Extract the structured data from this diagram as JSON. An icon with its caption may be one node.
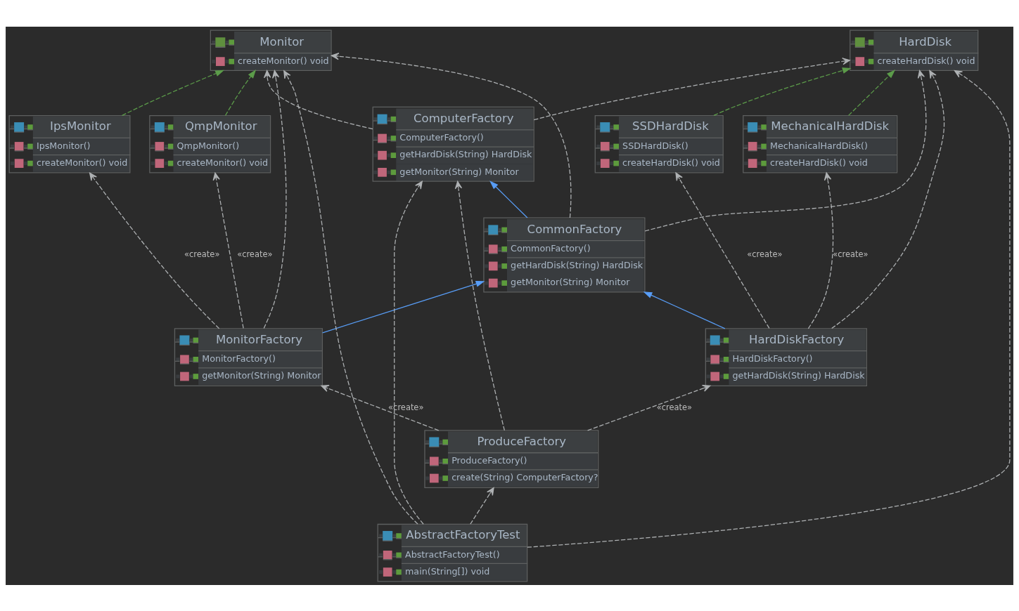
{
  "diagram": {
    "nodes": [
      {
        "text": [
          "Monitor",
          "createMonitor() void"
        ]
      },
      {
        "text": [
          "HardDisk",
          "createHardDisk() void"
        ]
      },
      {
        "text": [
          "IpsMonitor",
          "IpsMonitor()",
          "createMonitor() void"
        ]
      },
      {
        "text": [
          "QmpMonitor",
          "QmpMonitor()",
          "createMonitor() void"
        ]
      },
      {
        "text": [
          "ComputerFactory",
          "ComputerFactory()",
          "getHardDisk(String) HardDisk",
          "getMonitor(String) Monitor"
        ]
      },
      {
        "text": [
          "SSDHardDisk",
          "SSDHardDisk()",
          "createHardDisk() void"
        ]
      },
      {
        "text": [
          "MechanicalHardDisk",
          "MechanicalHardDisk()",
          "createHardDisk() void"
        ]
      },
      {
        "text": [
          "CommonFactory",
          "CommonFactory()",
          "getHardDisk(String) HardDisk",
          "getMonitor(String) Monitor"
        ]
      },
      {
        "text": [
          "MonitorFactory",
          "MonitorFactory()",
          "getMonitor(String) Monitor"
        ]
      },
      {
        "text": [
          "HardDiskFactory",
          "HardDiskFactory()",
          "getHardDisk(String) HardDisk"
        ]
      },
      {
        "text": [
          "ProduceFactory",
          "ProduceFactory()",
          "create(String) ComputerFactory?"
        ]
      },
      {
        "text": [
          "AbstractFactoryTest",
          "AbstractFactoryTest()",
          "main(String[]) void"
        ]
      }
    ],
    "edges": [
      {
        "from": 2,
        "to": 0,
        "arrow": "to",
        "style": "dashed",
        "color": "#5c9c4a"
      },
      {
        "from": 3,
        "to": 0,
        "arrow": "to",
        "style": "dashed",
        "color": "#5c9c4a"
      },
      {
        "from": 5,
        "to": 1,
        "arrow": "to",
        "style": "dashed",
        "color": "#5c9c4a"
      },
      {
        "from": 6,
        "to": 1,
        "arrow": "to",
        "style": "dashed",
        "color": "#5c9c4a"
      },
      {
        "from": 4,
        "to": 0,
        "arrow": "to",
        "style": "dashed"
      },
      {
        "from": 4,
        "to": 1,
        "arrow": "to",
        "style": "dashed"
      },
      {
        "from": 7,
        "to": 4,
        "arrow": "to",
        "color": "#589df6"
      },
      {
        "from": 7,
        "to": 0,
        "arrow": "to",
        "style": "dashed"
      },
      {
        "from": 7,
        "to": 1,
        "arrow": "to",
        "style": "dashed"
      },
      {
        "from": 8,
        "to": 7,
        "arrow": "to",
        "color": "#589df6"
      },
      {
        "from": 9,
        "to": 7,
        "arrow": "to",
        "color": "#589df6"
      },
      {
        "from": 8,
        "to": 2,
        "arrow": "to",
        "style": "dashed",
        "label": "«create»"
      },
      {
        "from": 8,
        "to": 3,
        "arrow": "to",
        "style": "dashed",
        "label": "«create»"
      },
      {
        "from": 8,
        "to": 0,
        "arrow": "to",
        "style": "dashed"
      },
      {
        "from": 9,
        "to": 1,
        "arrow": "to",
        "style": "dashed"
      },
      {
        "from": 9,
        "to": 5,
        "arrow": "to",
        "style": "dashed",
        "label": "«create»"
      },
      {
        "from": 9,
        "to": 6,
        "arrow": "to",
        "style": "dashed",
        "label": "«create»"
      },
      {
        "from": 10,
        "to": 8,
        "arrow": "to",
        "style": "dashed",
        "label": "«create»"
      },
      {
        "from": 10,
        "to": 9,
        "arrow": "to",
        "style": "dashed",
        "label": "«create»"
      },
      {
        "from": 10,
        "to": 4,
        "arrow": "to",
        "style": "dashed"
      },
      {
        "from": 11,
        "to": 0,
        "arrow": "to",
        "style": "dashed"
      },
      {
        "from": 11,
        "to": 10,
        "arrow": "to",
        "style": "dashed"
      },
      {
        "from": 11,
        "to": 4,
        "arrow": "to",
        "style": "dashed"
      },
      {
        "from": 11,
        "to": 1,
        "arrow": "to",
        "style": "dashed"
      }
    ]
  }
}
